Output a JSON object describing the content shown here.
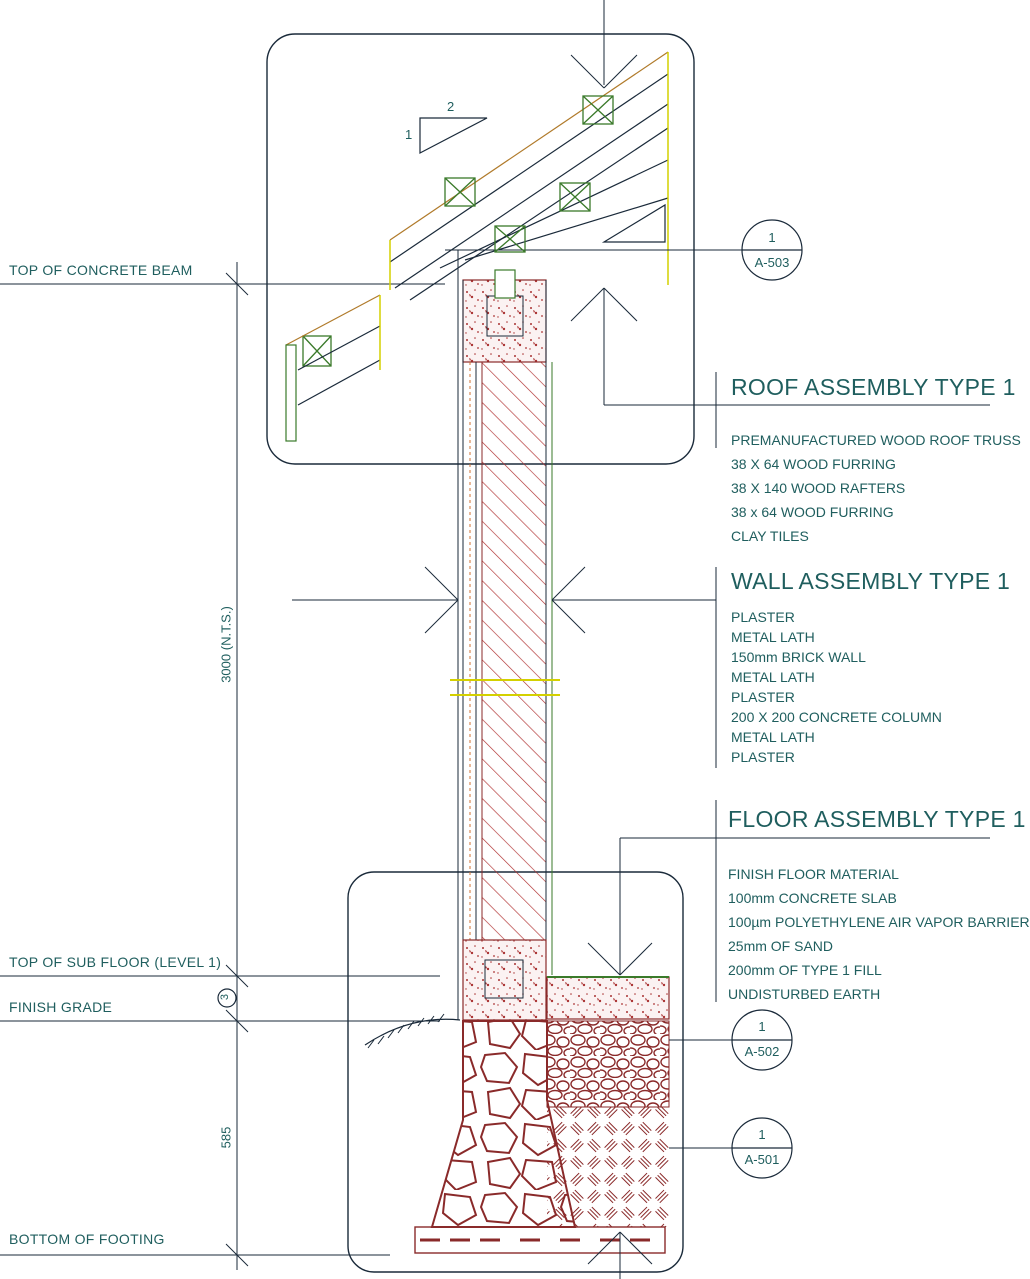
{
  "levels": [
    "TOP OF CONCRETE BEAM",
    "TOP OF SUB FLOOR (LEVEL 1)",
    "FINISH GRADE",
    "BOTTOM OF FOOTING"
  ],
  "dimensions": {
    "overall": "3000 (N.T.S.)",
    "footing": "585",
    "marker": "3"
  },
  "slope": {
    "rise": "1",
    "run": "2"
  },
  "refs": [
    {
      "number": "1",
      "sheet": "A-503"
    },
    {
      "number": "1",
      "sheet": "A-502"
    },
    {
      "number": "1",
      "sheet": "A-501"
    }
  ],
  "assemblies": {
    "roof": {
      "title": "ROOF ASSEMBLY TYPE 1",
      "items": [
        "PREMANUFACTURED WOOD ROOF TRUSS",
        "38 X 64 WOOD FURRING",
        "38 X 140 WOOD RAFTERS",
        "38 x 64 WOOD FURRING",
        "CLAY TILES"
      ]
    },
    "wall": {
      "title": "WALL ASSEMBLY TYPE 1",
      "items": [
        "PLASTER",
        "METAL LATH",
        "150mm BRICK WALL",
        "METAL LATH",
        "PLASTER",
        "200 X 200 CONCRETE COLUMN",
        "METAL LATH",
        "PLASTER"
      ]
    },
    "floor": {
      "title": "FLOOR ASSEMBLY TYPE 1",
      "items": [
        "FINISH FLOOR MATERIAL",
        "100mm CONCRETE SLAB",
        "100µm POLYETHYLENE AIR VAPOR BARRIER",
        "25mm OF SAND",
        "200mm OF TYPE 1 FILL",
        "UNDISTURBED EARTH"
      ]
    }
  }
}
